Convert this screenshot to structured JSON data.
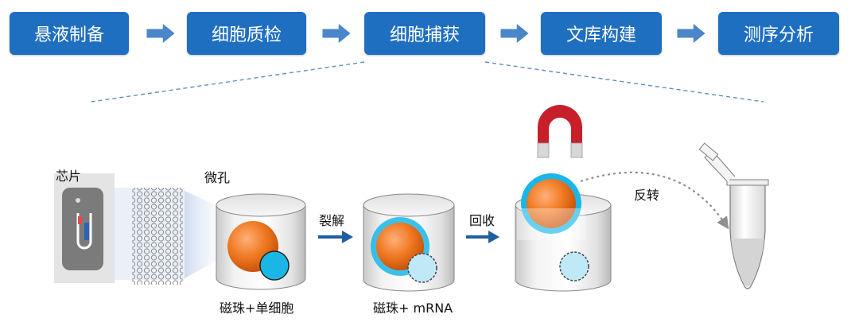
{
  "steps": [
    {
      "label": "悬液制备"
    },
    {
      "label": "细胞质检"
    },
    {
      "label": "细胞捕获"
    },
    {
      "label": "文库构建"
    },
    {
      "label": "测序分析"
    }
  ],
  "labels": {
    "chip": "芯片",
    "microwell": "微孔",
    "lysis": "裂解",
    "recover": "回收",
    "invert": "反转",
    "beads_single_cell": "磁珠+单细胞",
    "beads_mrna": "磁珠+ mRNA"
  },
  "colors": {
    "step_box": "#1f6fc1",
    "step_arrow": "#4a86c8",
    "cell": "#f07a22",
    "bead": "#1ab7e6",
    "process_arrow": "#1f5fa0",
    "magnet_red": "#c8202a"
  },
  "icons": [
    "magnet-icon",
    "tube-icon",
    "chip-icon"
  ]
}
